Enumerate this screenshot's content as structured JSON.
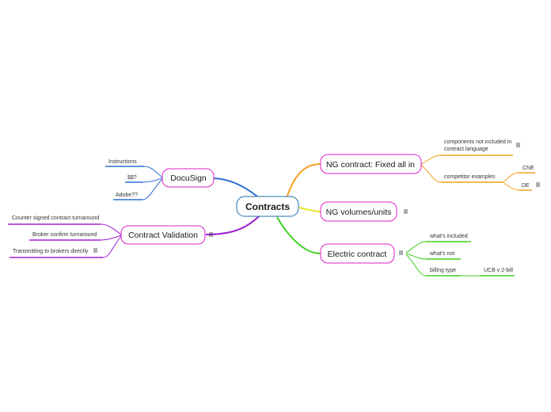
{
  "colors": {
    "center": "#1f6fa8",
    "docusign": "#2f6fd6",
    "validation": "#a020d0",
    "ng_fixed": "#f5a020",
    "ng_volumes": "#e6e620",
    "electric": "#40d020",
    "node_border": "#e020c8"
  },
  "center": {
    "label": "Contracts"
  },
  "docusign": {
    "label": "DocuSign",
    "children": [
      "Instructions",
      "$$?",
      "Adobe??"
    ]
  },
  "validation": {
    "label": "Contract Validation",
    "children": [
      "Counter signed contract turnaround",
      "Broker confirm turnaround",
      "Transmitting to brokers directly"
    ]
  },
  "ng_fixed": {
    "label": "NG contract: Fixed all in",
    "components_line1": "components not included in",
    "components_line2": "contract language",
    "competitor": "competitor examples",
    "competitor_children": [
      "CNE",
      "DE"
    ]
  },
  "ng_volumes": {
    "label": "NG volumes/units"
  },
  "electric": {
    "label": "Electric contract",
    "children": [
      "what's included",
      "what's not",
      "billing type"
    ],
    "billing_child": "UCB v 2-bill"
  },
  "icons": [
    "note-icon"
  ]
}
